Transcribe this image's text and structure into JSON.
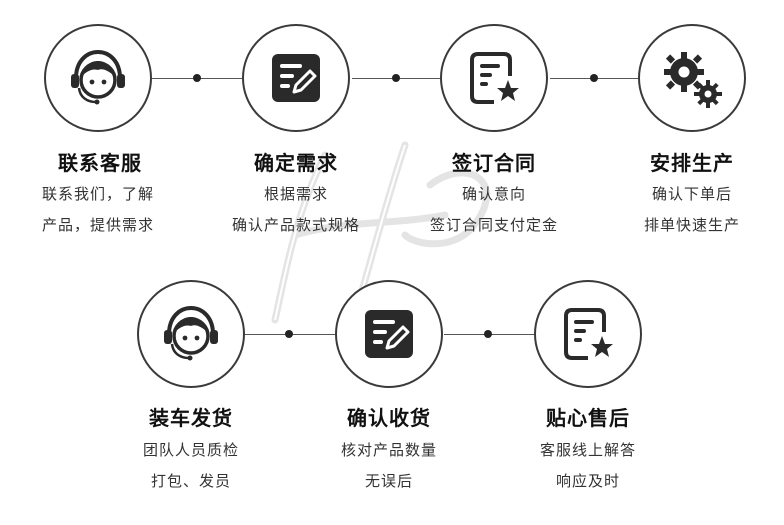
{
  "row1": [
    {
      "title": "联系客服",
      "line1": "联系我们，了解",
      "line2": "产品，提供需求",
      "icon": "headset-person-icon"
    },
    {
      "title": "确定需求",
      "line1": "根据需求",
      "line2": "确认产品款式规格",
      "icon": "edit-document-icon"
    },
    {
      "title": "签订合同",
      "line1": "确认意向",
      "line2": "签订合同支付定金",
      "icon": "contract-star-icon"
    },
    {
      "title": "安排生产",
      "line1": "确认下单后",
      "line2": "排单快速生产",
      "icon": "gears-icon"
    }
  ],
  "row2": [
    {
      "title": "装车发货",
      "line1": "团队人员质检",
      "line2": "打包、发员",
      "icon": "headset-person-icon"
    },
    {
      "title": "确认收货",
      "line1": "核对产品数量",
      "line2": "无误后",
      "icon": "edit-document-icon"
    },
    {
      "title": "贴心售后",
      "line1": "客服线上解答",
      "line2": "响应及时",
      "icon": "contract-star-icon"
    }
  ],
  "colors": {
    "circle_border": "#3a3a3a",
    "icon_dark": "#2a2a2a",
    "text": "#111111",
    "watermark": "#e6e6e6"
  }
}
